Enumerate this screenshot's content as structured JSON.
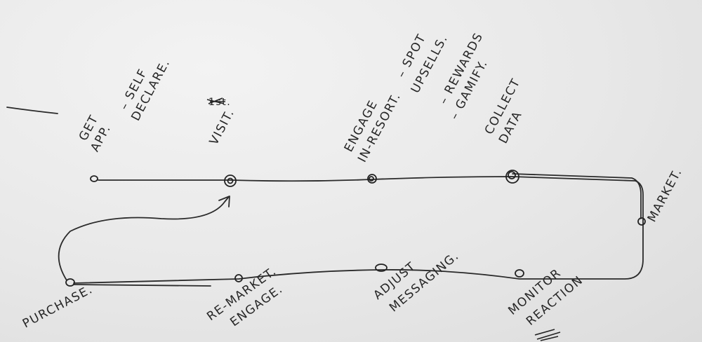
{
  "diagram": {
    "nodes": [
      {
        "id": "get-app",
        "lines": [
          "GET",
          "APP."
        ]
      },
      {
        "id": "self-declare",
        "lines": [
          "– SELF",
          "DECLARE."
        ]
      },
      {
        "id": "visit",
        "lines": [
          "VISIT."
        ]
      },
      {
        "id": "engage",
        "lines": [
          "ENGAGE",
          "IN-RESORT."
        ]
      },
      {
        "id": "spot-upsells",
        "lines": [
          "– SPOT",
          "UPSELLS."
        ]
      },
      {
        "id": "rewards-gamify",
        "lines": [
          "– REWARDS",
          "– GAMIFY."
        ]
      },
      {
        "id": "collect-data",
        "lines": [
          "COLLECT",
          "DATA"
        ]
      },
      {
        "id": "market",
        "lines": [
          "MARKET."
        ]
      },
      {
        "id": "monitor-reaction",
        "lines": [
          "MONITOR",
          "REACTION"
        ]
      },
      {
        "id": "adjust-messaging",
        "lines": [
          "ADJUST",
          "MESSAGING."
        ]
      },
      {
        "id": "re-market-engage",
        "lines": [
          "RE-MARKET.",
          "ENGAGE."
        ]
      },
      {
        "id": "purchase",
        "lines": [
          "PURCHASE."
        ]
      }
    ],
    "strikeouts": [
      "1st."
    ]
  }
}
